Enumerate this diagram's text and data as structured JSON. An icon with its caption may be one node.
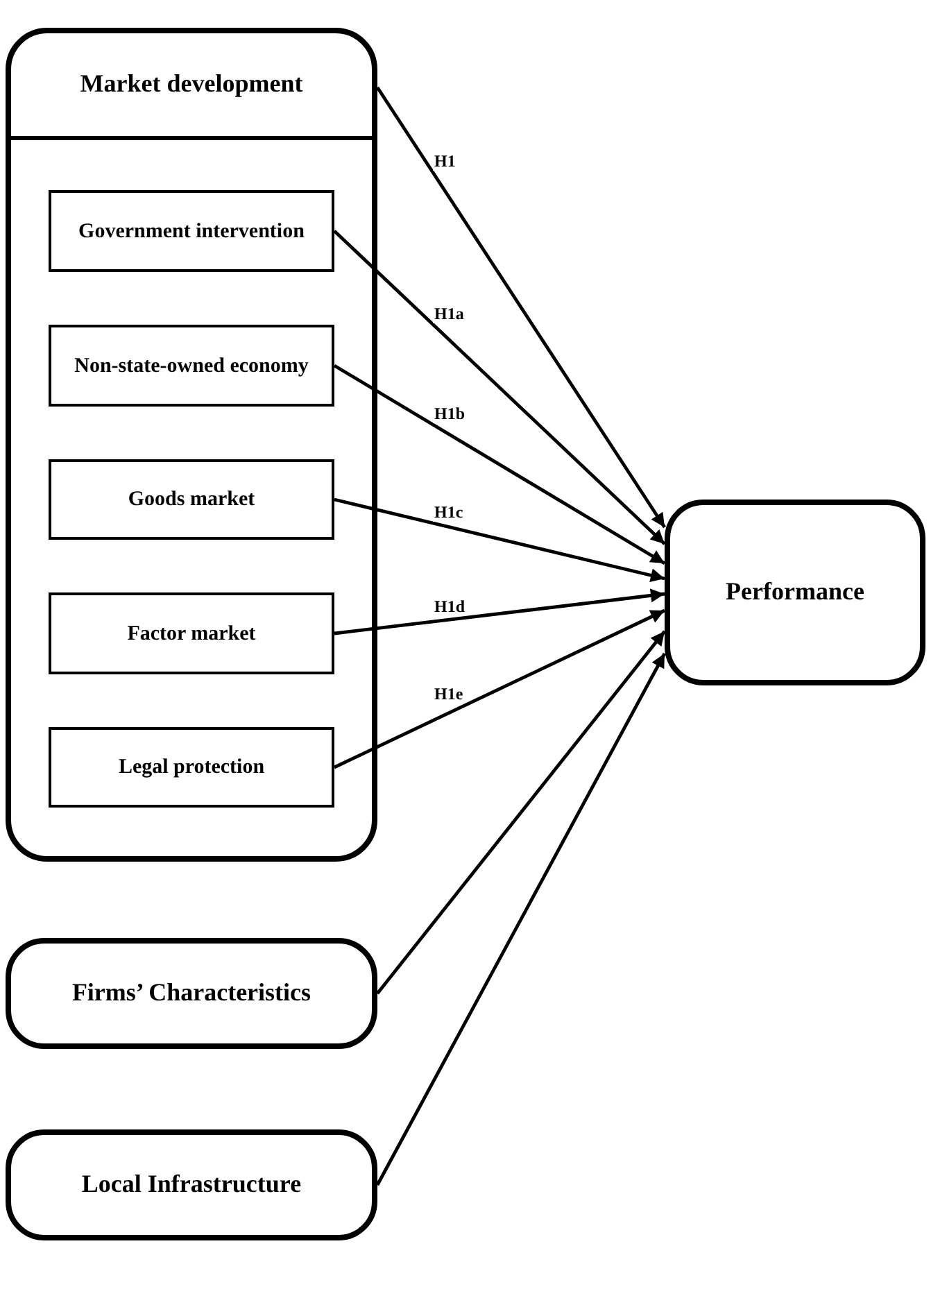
{
  "diagram": {
    "nodes": [
      {
        "text": [
          "Market development"
        ]
      },
      {
        "text": [
          "Government intervention"
        ],
        "in": 0
      },
      {
        "text": [
          "Non-state-owned economy"
        ],
        "in": 0
      },
      {
        "text": [
          "Goods market"
        ],
        "in": 0
      },
      {
        "text": [
          "Factor market"
        ],
        "in": 0
      },
      {
        "text": [
          "Legal protection"
        ],
        "in": 0
      },
      {
        "text": [
          "Firms’ Characteristics"
        ]
      },
      {
        "text": [
          "Local Infrastructure"
        ]
      },
      {
        "text": [
          "Performance"
        ]
      }
    ],
    "edges": [
      {
        "from": 0,
        "to": 8,
        "arrow": "to",
        "label": "H1"
      },
      {
        "from": 1,
        "to": 8,
        "arrow": "to",
        "label": "H1a"
      },
      {
        "from": 2,
        "to": 8,
        "arrow": "to",
        "label": "H1b"
      },
      {
        "from": 3,
        "to": 8,
        "arrow": "to",
        "label": "H1c"
      },
      {
        "from": 4,
        "to": 8,
        "arrow": "to",
        "label": "H1d"
      },
      {
        "from": 5,
        "to": 8,
        "arrow": "to",
        "label": "H1e"
      },
      {
        "from": 6,
        "to": 8,
        "arrow": "to"
      },
      {
        "from": 7,
        "to": 8,
        "arrow": "to"
      }
    ]
  }
}
